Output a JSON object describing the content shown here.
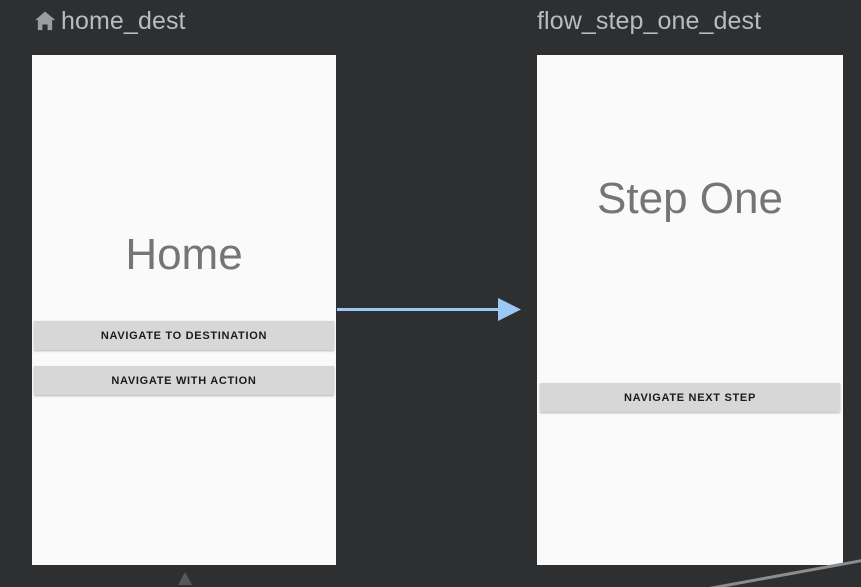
{
  "canvas": {
    "background_color": "#2d2f31",
    "zoom_level": "100%"
  },
  "destinations": [
    {
      "id": "home_dest",
      "label": "home_dest",
      "is_start_destination": true,
      "start_icon": "home-icon",
      "icon_color": "#9a9c9e",
      "label_color": "#b9bbbd",
      "screen": {
        "title": "Home",
        "title_color": "#757575",
        "background_color": "#fafafa",
        "buttons": [
          {
            "label": "NAVIGATE TO DESTINATION"
          },
          {
            "label": "NAVIGATE WITH ACTION"
          }
        ]
      }
    },
    {
      "id": "flow_step_one_dest",
      "label": "flow_step_one_dest",
      "is_start_destination": false,
      "label_color": "#b9bbbd",
      "screen": {
        "title": "Step One",
        "title_color": "#757575",
        "background_color": "#fafafa",
        "buttons": [
          {
            "label": "NAVIGATE NEXT STEP"
          }
        ]
      }
    }
  ],
  "actions": [
    {
      "id": "action-home-to-flow-step-one",
      "from": "home_dest",
      "to": "flow_step_one_dest",
      "color": "#9cc8f5",
      "style": "solid-arrow"
    },
    {
      "id": "action-incoming-home",
      "to": "home_dest",
      "color": "#8a8c8e",
      "style": "partial-edge"
    },
    {
      "id": "action-flow-step-one-outgoing",
      "from": "flow_step_one_dest",
      "color": "#8a8c8e",
      "style": "partial-edge"
    }
  ]
}
